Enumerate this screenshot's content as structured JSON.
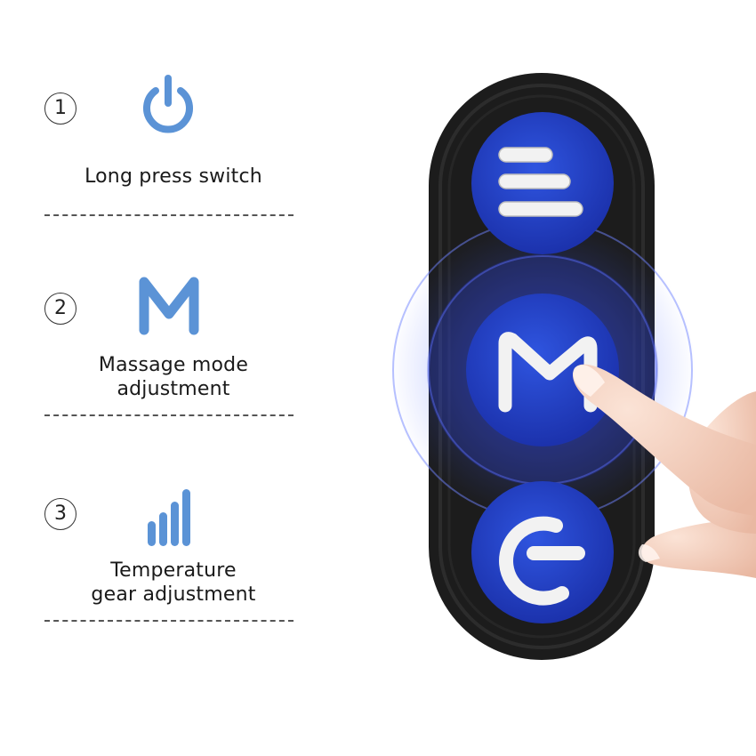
{
  "features": [
    {
      "number": "1",
      "icon": "power-icon",
      "label_lines": [
        "Long press switch"
      ]
    },
    {
      "number": "2",
      "icon": "m-letter-icon",
      "label_lines": [
        "Massage mode",
        "adjustment"
      ]
    },
    {
      "number": "3",
      "icon": "signal-bars-icon",
      "label_lines": [
        "Temperature",
        "gear adjustment"
      ]
    }
  ],
  "device": {
    "buttons": [
      {
        "icon": "three-lines-icon"
      },
      {
        "icon": "m-letter-icon"
      },
      {
        "icon": "power-icon"
      }
    ]
  },
  "colors": {
    "icon_blue": "#5b93d6",
    "button_blue": "#1f3fc4",
    "device_black": "#1c1c1c",
    "glow_blue": "#3d5bff"
  }
}
